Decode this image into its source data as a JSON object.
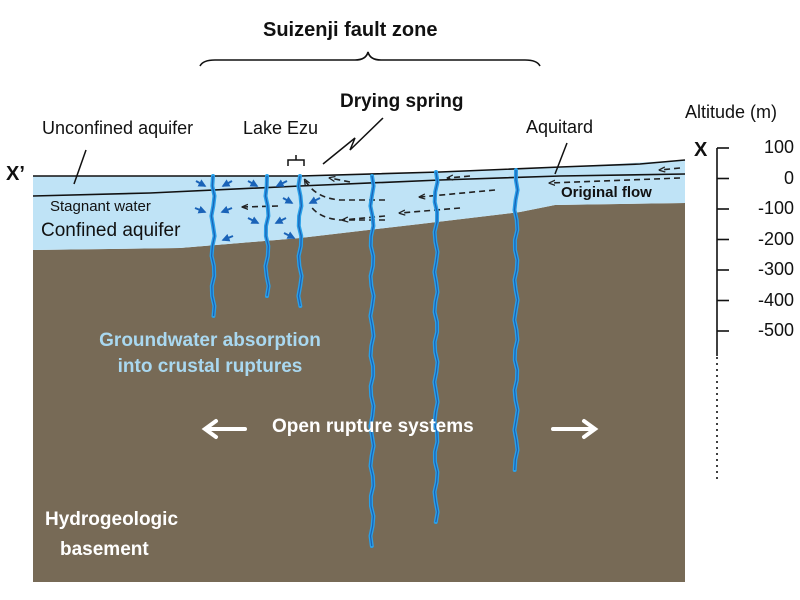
{
  "diagram": {
    "title": "Suizenji fault zone",
    "labels": {
      "drying_spring": "Drying spring",
      "unconfined_aquifer": "Unconfined aquifer",
      "lake_ezu": "Lake Ezu",
      "aquitard": "Aquitard",
      "stagnant_water": "Stagnant water",
      "confined_aquifer": "Confined aquifer",
      "original_flow": "Original flow",
      "groundwater_absorption_line1": "Groundwater absorption",
      "groundwater_absorption_line2": "into crustal ruptures",
      "open_rupture_systems": "Open rupture systems",
      "basement_line1": "Hydrogeologic",
      "basement_line2": "basement",
      "x_prime": "X’",
      "x": "X"
    },
    "altitude_axis": {
      "title": "Altitude (m)",
      "ticks": [
        "100",
        "0",
        "-100",
        "-200",
        "-300",
        "-400",
        "-500"
      ]
    },
    "colors": {
      "basement": "#776a56",
      "aquifer": "#bfe3f6",
      "rupture_light": "#2aa0e8",
      "rupture_dark": "#1a63b8",
      "label_blue": "#a9d8f0"
    }
  }
}
